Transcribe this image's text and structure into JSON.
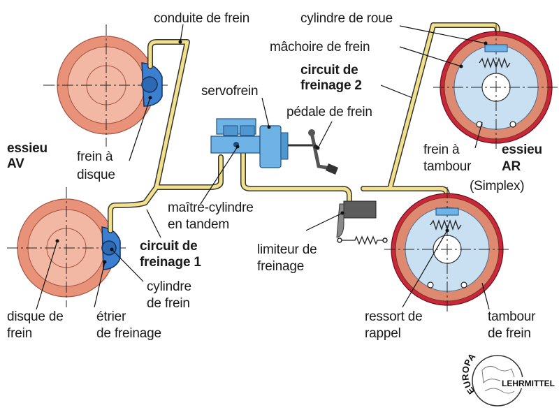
{
  "labels": {
    "conduite_de_frein": "conduite de frein",
    "cylindre_de_roue": "cylindre de roue",
    "machoire_de_frein": "mâchoire de frein",
    "circuit_2_line1": "circuit de",
    "circuit_2_line2": "freinage 2",
    "servofrein": "servofrein",
    "pedale_de_frein": "pédale de frein",
    "essieu_av_line1": "essieu",
    "essieu_av_line2": "AV",
    "frein_a_disque_line1": "frein à",
    "frein_a_disque_line2": "disque",
    "frein_a_tambour_line1": "frein à",
    "frein_a_tambour_line2": "tambour",
    "essieu_ar_line1": "essieu",
    "essieu_ar_line2": "AR",
    "simplex": "(Simplex)",
    "maitre_cylindre_line1": "maître-cylindre",
    "maitre_cylindre_line2": "en tandem",
    "circuit_1_line1": "circuit de",
    "circuit_1_line2": "freinage 1",
    "limiteur_line1": "limiteur de",
    "limiteur_line2": "freinage",
    "cylindre_de_frein_line1": "cylindre",
    "cylindre_de_frein_line2": "de frein",
    "disque_de_frein_line1": "disque de",
    "disque_de_frein_line2": "frein",
    "etrier_line1": "étrier",
    "etrier_line2": "de freinage",
    "ressort_line1": "ressort de",
    "ressort_line2": "rappel",
    "tambour_line1": "tambour",
    "tambour_line2": "de frein"
  },
  "logo": {
    "arc_text": "EUROPA",
    "sub_text": "LEHRMITTEL"
  },
  "colors": {
    "disc_outer": "#e8927a",
    "disc_inner": "#f2b8a3",
    "caliper": "#3b7fd0",
    "drum_ring": "#c8283a",
    "drum_lining": "#de8a70",
    "drum_back": "#c9dff2",
    "brake_line": "#f3e08a",
    "master_cylinder": "#6fb3e6",
    "limiter": "#5c5c5c"
  }
}
